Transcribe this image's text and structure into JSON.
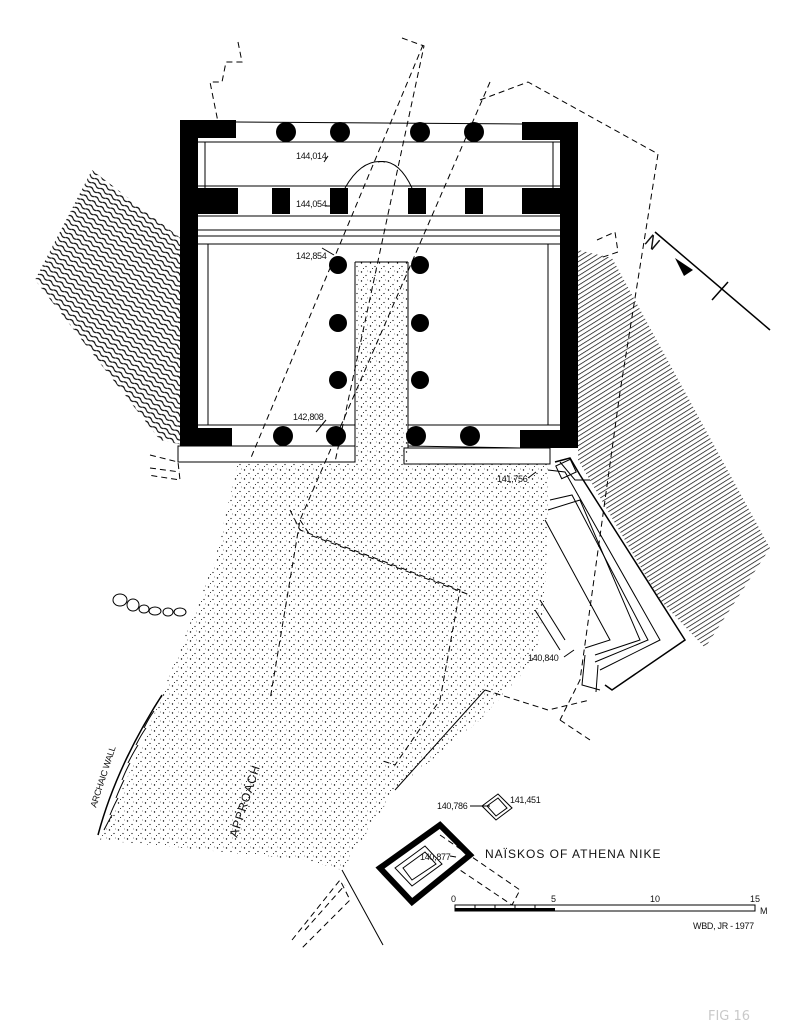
{
  "elevations": {
    "e1": "144,014",
    "e2": "144,054",
    "e3": "142,854",
    "e4": "142,808",
    "e5": "141,756",
    "e6": "140,840",
    "e7": "140,786",
    "e8": "141,451",
    "e9": "140,877"
  },
  "labels": {
    "naiskos": "NAÏSKOS OF ATHENA NIKE",
    "approach": "APPROACH",
    "archaic_wall": "ARCHAIC WALL",
    "north": "N",
    "credit": "WBD, JR - 1977",
    "fig": "FIG 16"
  },
  "scale": {
    "ticks": [
      "0",
      "5",
      "10",
      "15"
    ],
    "unit": "M"
  },
  "colors": {
    "ink": "#000000",
    "paper": "#ffffff"
  }
}
